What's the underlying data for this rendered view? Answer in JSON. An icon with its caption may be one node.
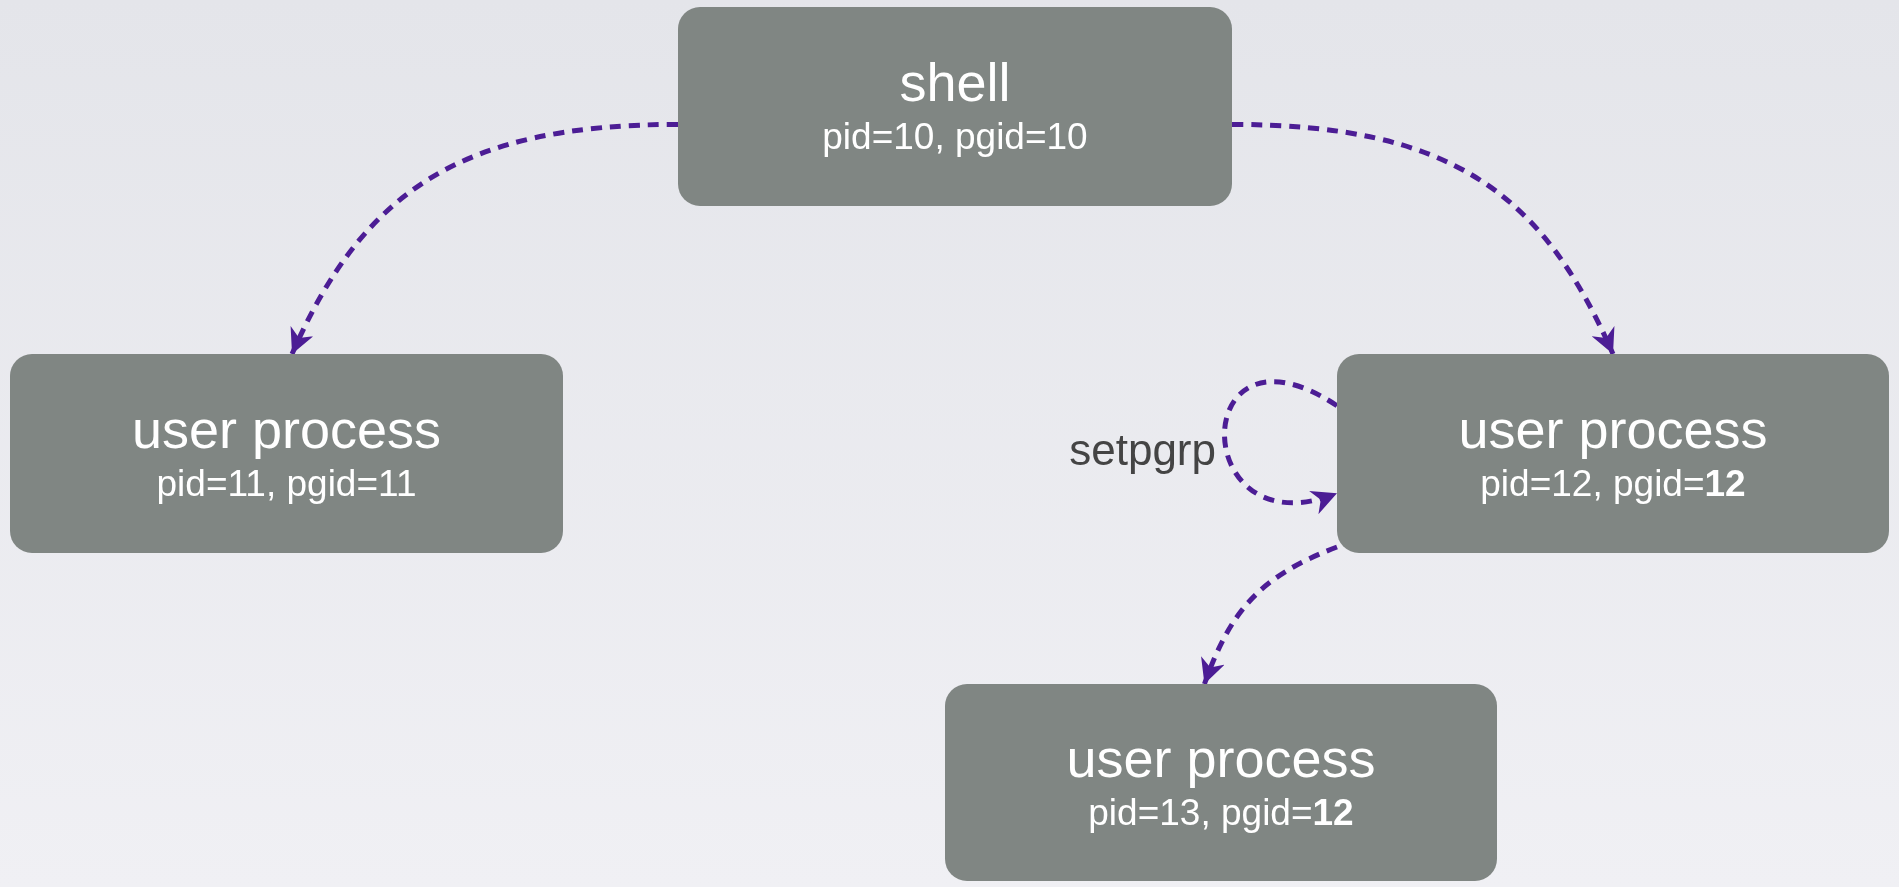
{
  "diagram": {
    "nodes": [
      {
        "text": [
          "shell",
          "pid=10, pgid=10"
        ]
      },
      {
        "text": [
          "user process",
          "pid=11, pgid=11"
        ]
      },
      {
        "text": [
          "user process",
          "pid=12, pgid=**12**"
        ]
      },
      {
        "text": [
          "user process",
          "pid=13, pgid=**12**"
        ]
      }
    ],
    "edges": [
      {
        "from": 0,
        "to": 1,
        "arrow": "to",
        "style": "dashed"
      },
      {
        "from": 0,
        "to": 2,
        "arrow": "to",
        "style": "dashed"
      },
      {
        "from": 2,
        "to": 2,
        "arrow": "to",
        "style": "dashed",
        "label": "setpgrp"
      },
      {
        "from": 2,
        "to": 3,
        "arrow": "to",
        "style": "dashed"
      }
    ]
  }
}
